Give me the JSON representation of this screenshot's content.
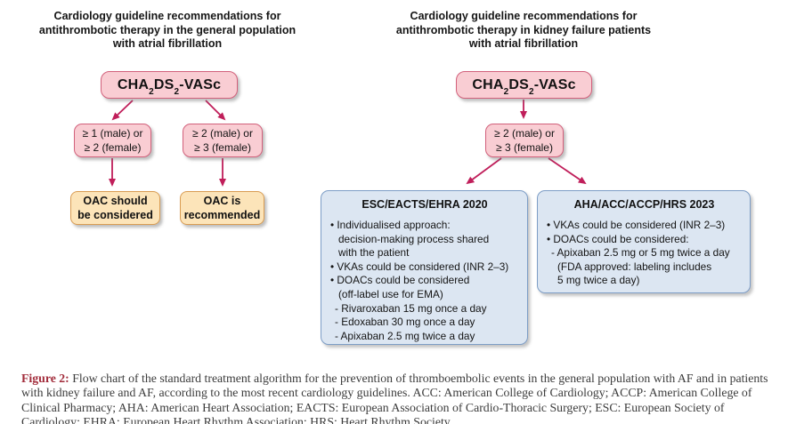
{
  "score_label": {
    "p1": "CHA",
    "s1": "2",
    "p2": "DS",
    "s2": "2",
    "p3": "-VASc"
  },
  "left_chart": {
    "title_lines": [
      "Cardiology guideline recommendations for",
      "antithrombotic therapy in the general population",
      "with atrial fibrillation"
    ],
    "criteria_low": {
      "line1": "≥ 1 (male) or",
      "line2": "≥ 2 (female)"
    },
    "criteria_high": {
      "line1": "≥ 2 (male) or",
      "line2": "≥ 3 (female)"
    },
    "outcome_considered": {
      "line1": "OAC should",
      "line2": "be considered"
    },
    "outcome_recommended": {
      "line1": "OAC is",
      "line2": "recommended"
    }
  },
  "right_chart": {
    "title_lines": [
      "Cardiology guideline recommendations for",
      "antithrombotic therapy in kidney failure patients",
      "with atrial fibrillation"
    ],
    "criteria": {
      "line1": "≥ 2 (male) or",
      "line2": "≥ 3 (female)"
    },
    "esc_box": {
      "title": "ESC/EACTS/EHRA 2020",
      "lines": [
        "• Individualised approach:",
        "decision-making process shared",
        "with the patient",
        "• VKAs could be considered (INR 2–3)",
        "• DOACs could be considered",
        "(off-label use for EMA)",
        "- Rivaroxaban 15 mg once a day",
        "- Edoxaban 30 mg once a day",
        "- Apixaban 2.5 mg twice a day"
      ]
    },
    "aha_box": {
      "title": "AHA/ACC/ACCP/HRS 2023",
      "lines": [
        "• VKAs could be considered (INR 2–3)",
        "• DOACs could be considered:",
        "- Apixaban 2.5 mg or 5 mg twice a day",
        "(FDA approved: labeling includes",
        "5 mg twice a day)"
      ]
    }
  },
  "caption": {
    "label": "Figure 2:",
    "text": "Flow chart of the standard treatment algorithm for the prevention of thromboembolic events in the general population with AF and in patients with kidney failure and AF, according to the most recent cardiology guidelines. ACC: American College of Cardiology; ACCP: American College of Clinical Pharmacy; AHA: American Heart Association; EACTS: European Association of Cardio-Thoracic Surgery; ESC: European Society of Cardiology; EHRA: European Heart Rhythm Association; HRS: Heart Rhythm Society."
  },
  "colors": {
    "arrow": "#c01e5a",
    "pink-fill": "#f9cdd3",
    "pink-border": "#d2607b",
    "orange-fill": "#fce4b9",
    "orange-border": "#d99c52",
    "blue-fill": "#dce6f2",
    "blue-border": "#7d9dc6",
    "caption-label": "#a22c3b",
    "caption-text": "#3c3c3c"
  }
}
